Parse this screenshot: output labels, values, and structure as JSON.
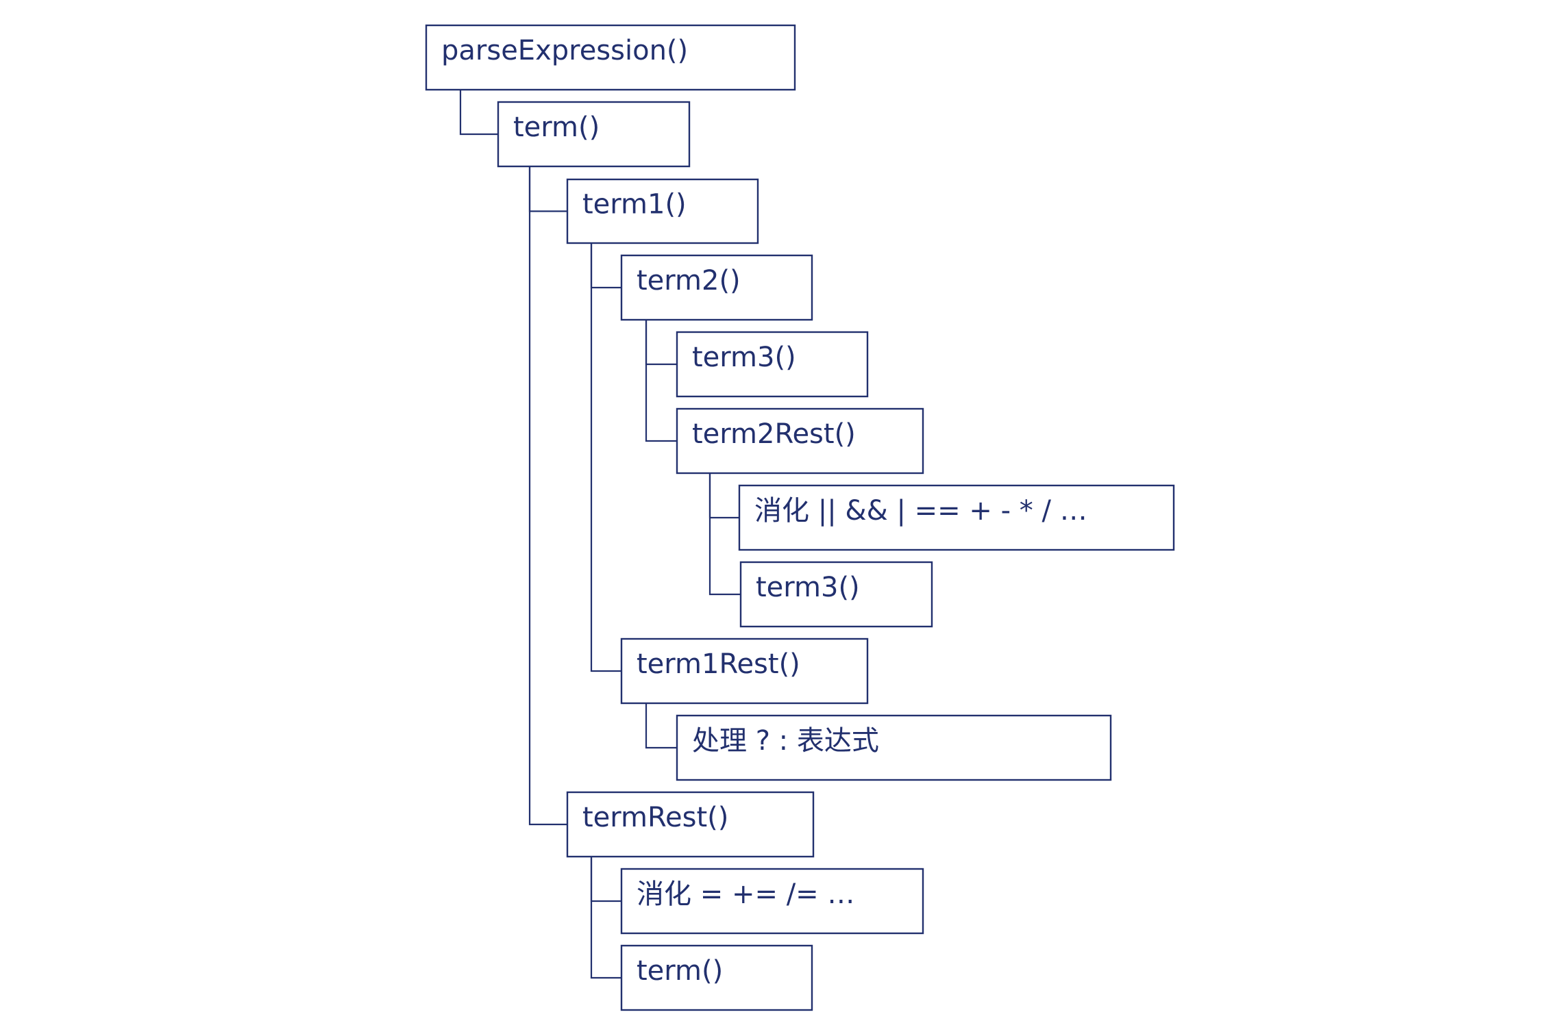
{
  "diagram": {
    "colors": {
      "stroke": "#22306e",
      "text": "#22306e",
      "background": "#ffffff"
    },
    "nodes": [
      {
        "id": "parseExpression",
        "label": "parseExpression()"
      },
      {
        "id": "term",
        "label": "term()"
      },
      {
        "id": "term1",
        "label": "term1()"
      },
      {
        "id": "term2",
        "label": "term2()"
      },
      {
        "id": "term3_a",
        "label": "term3()"
      },
      {
        "id": "term2Rest",
        "label": "term2Rest()"
      },
      {
        "id": "consume_binary",
        "label": "消化 ||  &&  |   == + - * / …"
      },
      {
        "id": "term3_b",
        "label": "term3()"
      },
      {
        "id": "term1Rest",
        "label": "term1Rest()"
      },
      {
        "id": "handle_ternary",
        "label": "处理 ? : 表达式"
      },
      {
        "id": "termRest",
        "label": "termRest()"
      },
      {
        "id": "consume_assign",
        "label": "消化 = += /=   …"
      },
      {
        "id": "term_b",
        "label": "term()"
      }
    ],
    "edges": [
      {
        "from": "parseExpression",
        "to": "term"
      },
      {
        "from": "term",
        "to": "term1"
      },
      {
        "from": "term",
        "to": "termRest"
      },
      {
        "from": "term1",
        "to": "term2"
      },
      {
        "from": "term1",
        "to": "term1Rest"
      },
      {
        "from": "term2",
        "to": "term3_a"
      },
      {
        "from": "term2",
        "to": "term2Rest"
      },
      {
        "from": "term2Rest",
        "to": "consume_binary"
      },
      {
        "from": "term2Rest",
        "to": "term3_b"
      },
      {
        "from": "term1Rest",
        "to": "handle_ternary"
      },
      {
        "from": "termRest",
        "to": "consume_assign"
      },
      {
        "from": "termRest",
        "to": "term_b"
      }
    ]
  }
}
